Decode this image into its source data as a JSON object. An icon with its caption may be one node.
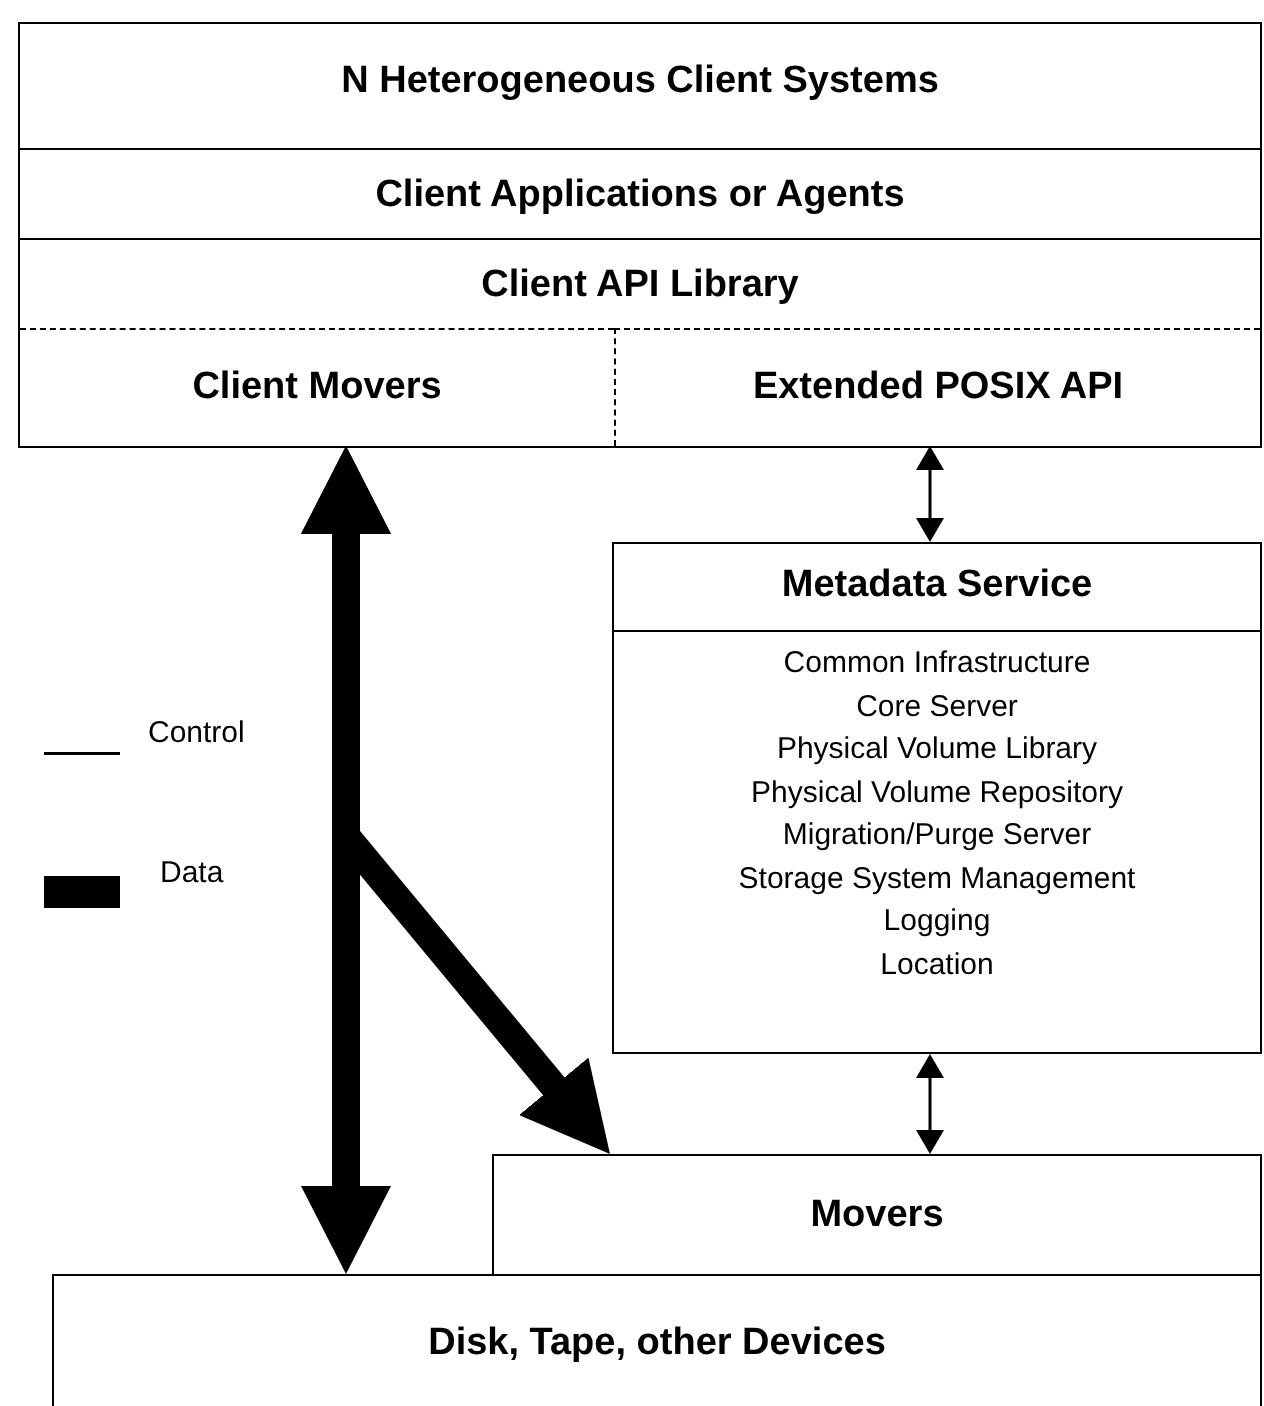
{
  "diagram": {
    "nodes": [
      {
        "text": [
          "N Heterogeneous Client Systems"
        ]
      },
      {
        "text": [
          "Client Applications or Agents"
        ],
        "in": 0
      },
      {
        "text": [
          "Client API Library"
        ],
        "in": 0
      },
      {
        "text": [
          "Client Movers"
        ],
        "in": 0
      },
      {
        "text": [
          "Extended POSIX API"
        ],
        "in": 0
      },
      {
        "text": [
          "Metadata Service",
          "Common Infrastructure",
          "Core Server",
          "Physical Volume Library",
          "Physical Volume Repository",
          "Migration/Purge Server",
          "Storage System Management",
          "Logging",
          "Location"
        ]
      },
      {
        "text": [
          "Movers"
        ]
      },
      {
        "text": [
          "Disk, Tape, other Devices"
        ]
      }
    ],
    "edges": [
      {
        "from": 3,
        "to": 7,
        "arrow": "both",
        "style": "thick"
      },
      {
        "from": 3,
        "to": 6,
        "arrow": "both",
        "style": "thick"
      },
      {
        "from": 4,
        "to": 5,
        "arrow": "both"
      },
      {
        "from": 5,
        "to": 6,
        "arrow": "both"
      }
    ],
    "legend": [
      {
        "text": "Control"
      },
      {
        "text": "Data"
      }
    ]
  }
}
